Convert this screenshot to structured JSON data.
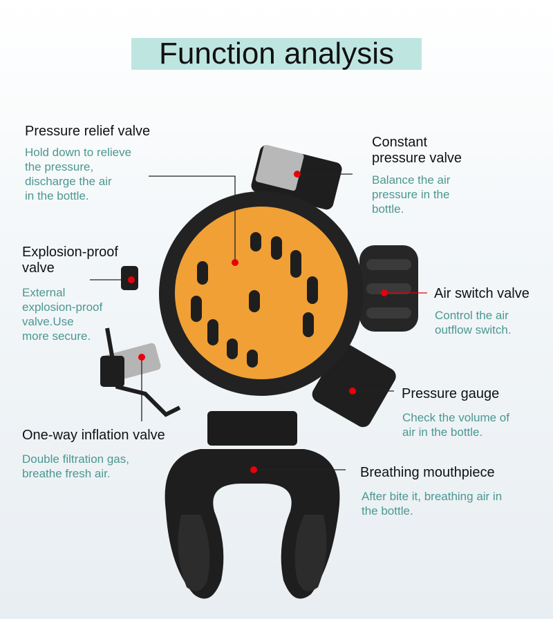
{
  "title": "Function analysis",
  "callouts": {
    "relief": {
      "title": "Pressure relief valve",
      "desc": [
        "Hold down to relieve",
        "the pressure,",
        "discharge the air",
        "in the bottle."
      ]
    },
    "constant": {
      "title": [
        "Constant",
        "pressure valve"
      ],
      "desc": [
        "Balance the air",
        "pressure in the",
        "bottle."
      ]
    },
    "explosion": {
      "title": [
        "Explosion-proof",
        "valve"
      ],
      "desc": [
        "External",
        "explosion-proof",
        "valve.Use",
        "more secure."
      ]
    },
    "air": {
      "title": "Air switch valve",
      "desc": [
        "Control the air",
        "outflow switch."
      ]
    },
    "gauge": {
      "title": "Pressure gauge",
      "desc": [
        "Check the volume of",
        "air in the bottle."
      ]
    },
    "inflation": {
      "title": "One-way inflation valve",
      "desc": [
        "Double filtration gas,",
        "breathe fresh air."
      ]
    },
    "mouth": {
      "title": "Breathing mouthpiece",
      "desc": [
        "After bite it, breathing air in",
        "the bottle."
      ]
    }
  },
  "colors": {
    "accent": "#bfe5e1",
    "desc_text": "#4b9791",
    "marker": "#e8000b",
    "body": "#222222",
    "plate": "#f0a035"
  }
}
